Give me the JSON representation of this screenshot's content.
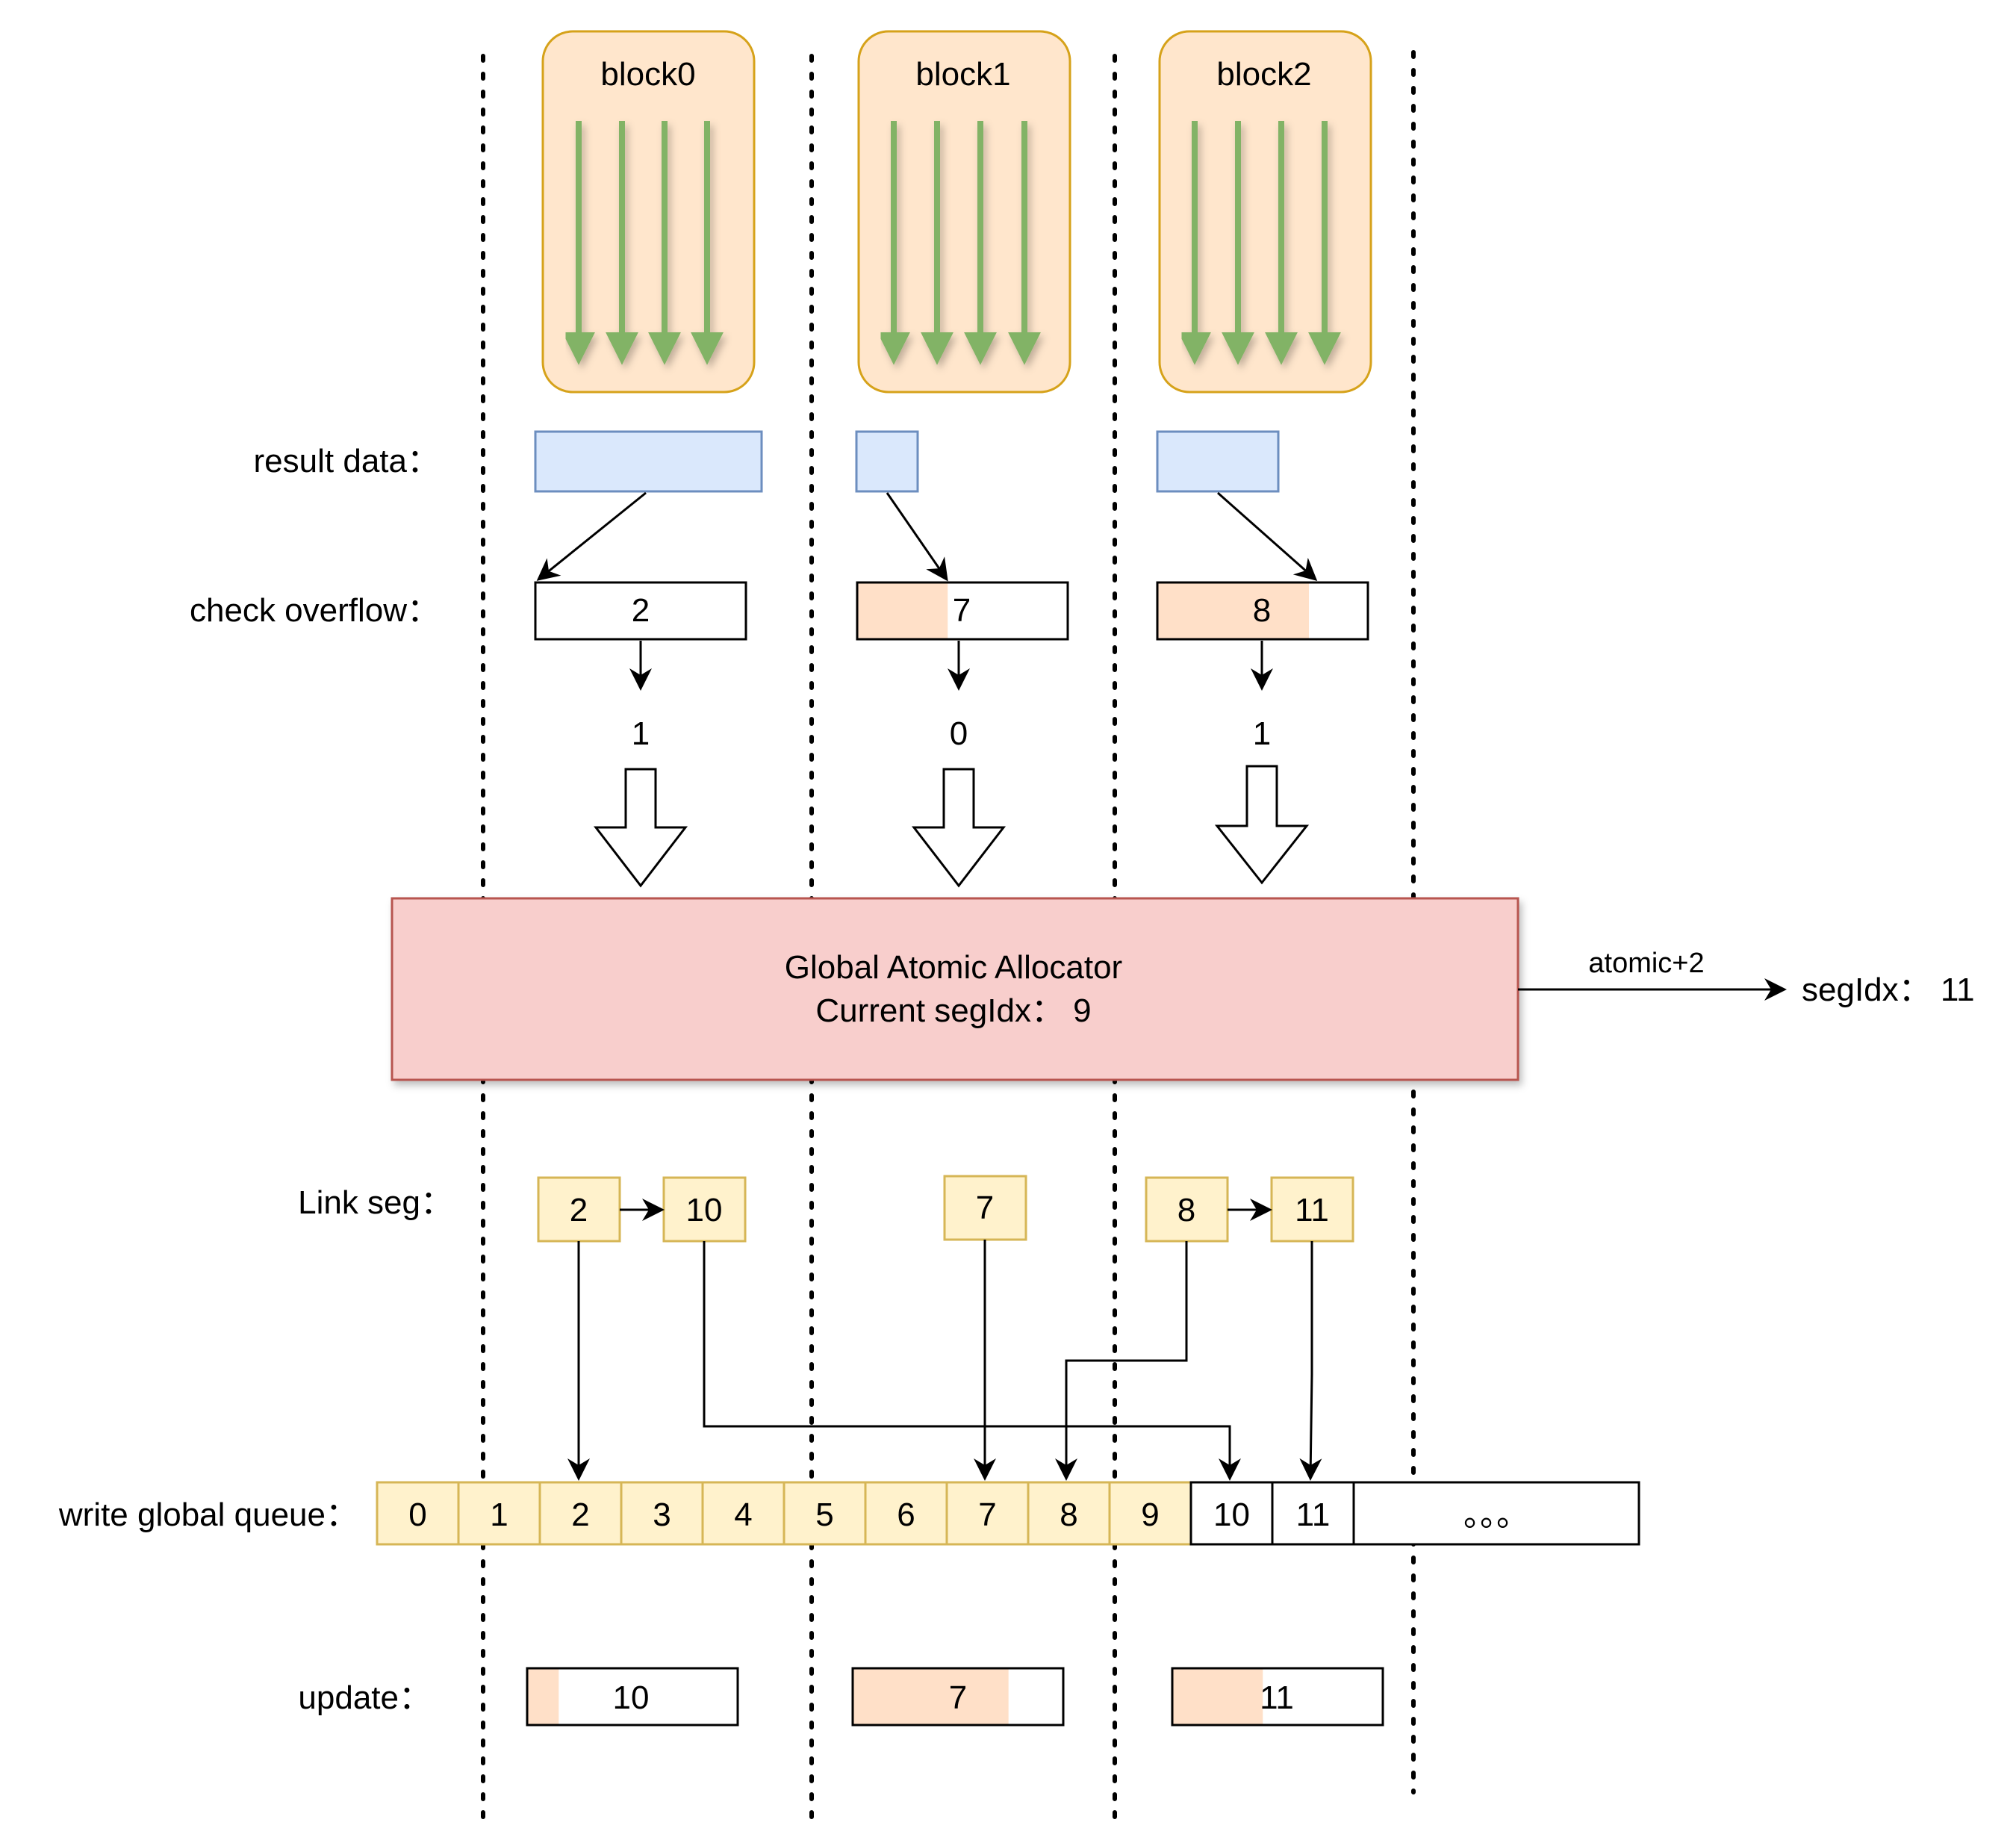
{
  "blocks": [
    {
      "name": "block0"
    },
    {
      "name": "block1"
    },
    {
      "name": "block2"
    }
  ],
  "row_labels": {
    "result_data": "result data：",
    "check_overflow": "check overflow：",
    "link_seg": "Link seg：",
    "write_global_queue": "write global queue：",
    "update": "update："
  },
  "check_overflow": [
    {
      "value": "2",
      "fill_fraction": 0.0
    },
    {
      "value": "7",
      "fill_fraction": 0.43
    },
    {
      "value": "8",
      "fill_fraction": 0.72
    }
  ],
  "overflow_flags": [
    "1",
    "0",
    "1"
  ],
  "allocator": {
    "title": "Global Atomic Allocator",
    "current": "Current segIdx：  9",
    "op_label": "atomic+2",
    "result": "segIdx：  11"
  },
  "link_seg": {
    "block0": [
      "2",
      "10"
    ],
    "block1": [
      "7"
    ],
    "block2": [
      "8",
      "11"
    ]
  },
  "global_queue": {
    "filled": [
      "0",
      "1",
      "2",
      "3",
      "4",
      "5",
      "6",
      "7",
      "8",
      "9"
    ],
    "new": [
      "10",
      "11"
    ],
    "ellipsis": "。。。"
  },
  "update": [
    {
      "value": "10",
      "fill_fraction": 0.15
    },
    {
      "value": "7",
      "fill_fraction": 0.74
    },
    {
      "value": "11",
      "fill_fraction": 0.43
    }
  ],
  "colors": {
    "block_fill": "#ffe6cc",
    "block_stroke": "#d6a21a",
    "thread_arrow": "#82b366",
    "result_fill": "#dae8fc",
    "result_stroke": "#6c8ebf",
    "progress_fill": "#ffe0c8",
    "allocator_fill": "#f8cecc",
    "allocator_stroke": "#b85450",
    "seg_fill": "#fff2cc",
    "seg_stroke": "#d6b656"
  }
}
